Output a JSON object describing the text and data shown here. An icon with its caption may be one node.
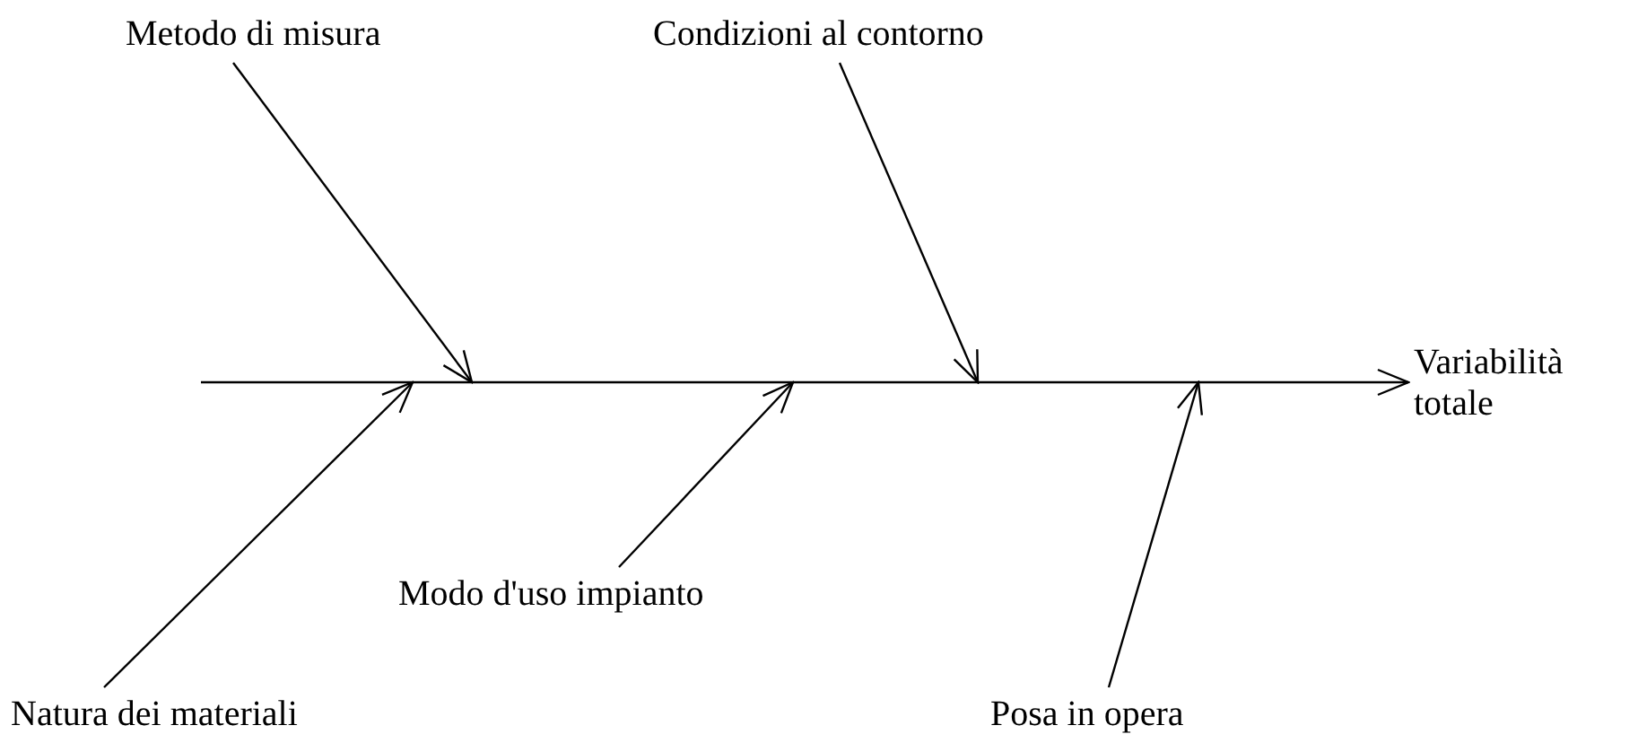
{
  "diagram": {
    "nodes": [
      {
        "text": [
          "Metodo di misura"
        ]
      },
      {
        "text": [
          "Condizioni al contorno"
        ]
      },
      {
        "text": [
          "Modo d'uso impianto"
        ]
      },
      {
        "text": [
          "Natura dei materiali"
        ]
      },
      {
        "text": [
          "Posa in opera"
        ]
      },
      {
        "text": [
          "Variabilità totale"
        ]
      }
    ],
    "edges": [
      {
        "from": null,
        "to": 5,
        "arrow": "to"
      },
      {
        "from": 0,
        "to": null,
        "arrow": "to"
      },
      {
        "from": 1,
        "to": null,
        "arrow": "to"
      },
      {
        "from": 3,
        "to": null,
        "arrow": "to"
      },
      {
        "from": 2,
        "to": null,
        "arrow": "to"
      },
      {
        "from": 4,
        "to": null,
        "arrow": "to"
      }
    ]
  }
}
